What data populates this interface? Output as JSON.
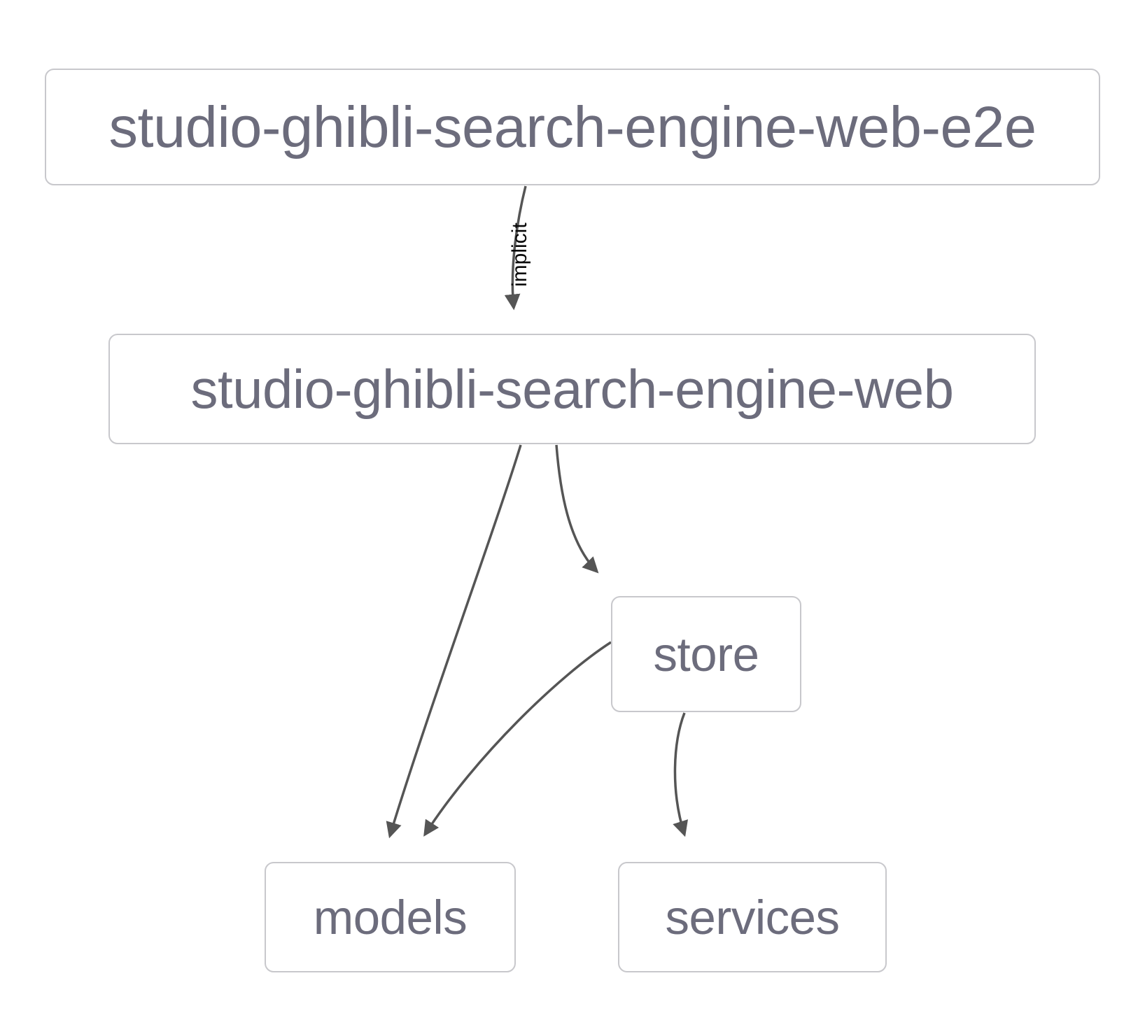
{
  "diagram": {
    "type": "dependency-graph",
    "direction": "top-down",
    "background_color": "#ffffff",
    "node_border_color": "#c8c8cc",
    "node_text_color": "#6c6c7c",
    "edge_color": "#555555",
    "edge_label_color": "#0a0a0a",
    "nodes": [
      {
        "id": "root",
        "label": "studio-ghibli-search-engine-web-e2e"
      },
      {
        "id": "web",
        "label": "studio-ghibli-search-engine-web"
      },
      {
        "id": "store",
        "label": "store"
      },
      {
        "id": "models",
        "label": "models"
      },
      {
        "id": "services",
        "label": "services"
      }
    ],
    "edges": [
      {
        "from": "root",
        "to": "web",
        "label": "implicit"
      },
      {
        "from": "web",
        "to": "models",
        "label": ""
      },
      {
        "from": "web",
        "to": "store",
        "label": ""
      },
      {
        "from": "store",
        "to": "models",
        "label": ""
      },
      {
        "from": "store",
        "to": "services",
        "label": ""
      }
    ]
  }
}
